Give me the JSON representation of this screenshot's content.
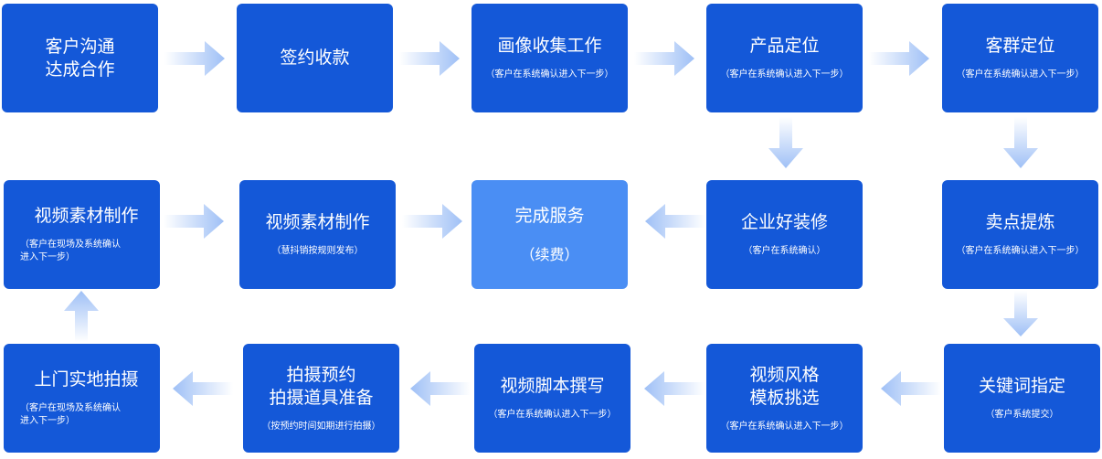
{
  "colors": {
    "box": "#1458d8",
    "box_highlight": "#4a8ef4",
    "arrow": "#a8c6f7"
  },
  "steps": {
    "s1": {
      "title": "客户沟通\n达成合作",
      "note": ""
    },
    "s2": {
      "title": "签约收款",
      "note": ""
    },
    "s3": {
      "title": "画像收集工作",
      "note": "（客户在系统确认进入下一步）"
    },
    "s4": {
      "title": "产品定位",
      "note": "（客户在系统确认进入下一步）"
    },
    "s5": {
      "title": "客群定位",
      "note": "（客户在系统确认进入下一步）"
    },
    "s6": {
      "title": "卖点提炼",
      "note": "（客户在系统确认进入下一步）"
    },
    "s7": {
      "title": "企业好装修",
      "note": "（客户在系统确认）"
    },
    "s8": {
      "title": "完成服务",
      "note": "（续费）"
    },
    "s9": {
      "title": "视频素材制作",
      "note": "（慧抖销按规则发布）"
    },
    "s10": {
      "title": "视频素材制作",
      "note": "（客户在现场及系统确认\n进入下一步）"
    },
    "s11": {
      "title": "关键词指定",
      "note": "（客户系统提交）"
    },
    "s12": {
      "title": "视频风格\n模板挑选",
      "note": "（客户在系统确认进入下一步）"
    },
    "s13": {
      "title": "视频脚本撰写",
      "note": "（客户在系统确认进入下一步）"
    },
    "s14": {
      "title": "拍摄预约\n拍摄道具准备",
      "note": "（按预约时间如期进行拍摄）"
    },
    "s15": {
      "title": "上门实地拍摄",
      "note": "（客户在现场及系统确认\n进入下一步）"
    }
  }
}
